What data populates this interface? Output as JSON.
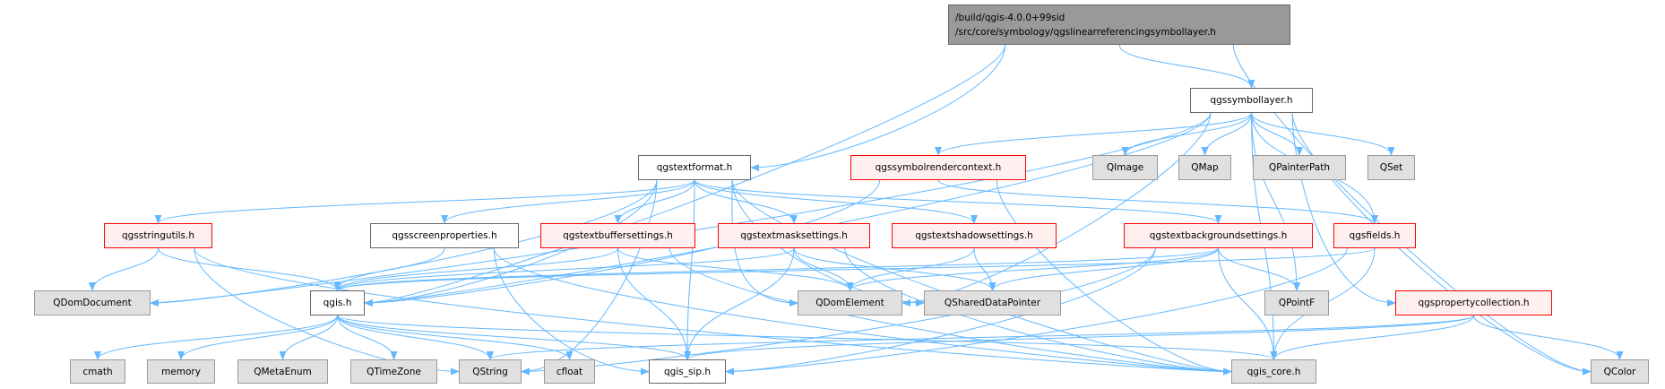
{
  "colors": {
    "edge": "#63b8ff",
    "root_fill": "#999999",
    "gray_fill": "#e0e0e0",
    "red_border": "#ff0000",
    "red_fill": "#fff0f0"
  },
  "root": {
    "line1": "/build/qgis-4.0.0+99sid",
    "line2": "/src/core/symbology/qgslinearreferencingsymbollayer.h"
  },
  "nodes": [
    {
      "id": "symbollayer",
      "label": "qgssymbollayer.h",
      "style": "white"
    },
    {
      "id": "textformat",
      "label": "qgstextformat.h",
      "style": "white"
    },
    {
      "id": "symbolrendercontext",
      "label": "qgssymbolrendercontext.h",
      "style": "red"
    },
    {
      "id": "QImage",
      "label": "QImage",
      "style": "gray"
    },
    {
      "id": "QMap",
      "label": "QMap",
      "style": "gray"
    },
    {
      "id": "QPainterPath",
      "label": "QPainterPath",
      "style": "gray"
    },
    {
      "id": "QSet",
      "label": "QSet",
      "style": "gray"
    },
    {
      "id": "stringutils",
      "label": "qgsstringutils.h",
      "style": "red"
    },
    {
      "id": "screenproperties",
      "label": "qgsscreenproperties.h",
      "style": "white"
    },
    {
      "id": "textbuffer",
      "label": "qgstextbuffersettings.h",
      "style": "red"
    },
    {
      "id": "textmask",
      "label": "qgstextmasksettings.h",
      "style": "red"
    },
    {
      "id": "textshadow",
      "label": "qgstextshadowsettings.h",
      "style": "red"
    },
    {
      "id": "textbackground",
      "label": "qgstextbackgroundsettings.h",
      "style": "red"
    },
    {
      "id": "fields",
      "label": "qgsfields.h",
      "style": "red"
    },
    {
      "id": "QDomDocument",
      "label": "QDomDocument",
      "style": "gray"
    },
    {
      "id": "qgis",
      "label": "qgis.h",
      "style": "white"
    },
    {
      "id": "QDomElement",
      "label": "QDomElement",
      "style": "gray"
    },
    {
      "id": "QSharedDataPointer",
      "label": "QSharedDataPointer",
      "style": "gray"
    },
    {
      "id": "QPointF",
      "label": "QPointF",
      "style": "gray"
    },
    {
      "id": "propertycollection",
      "label": "qgspropertycollection.h",
      "style": "red"
    },
    {
      "id": "cmath",
      "label": "cmath",
      "style": "gray"
    },
    {
      "id": "memory",
      "label": "memory",
      "style": "gray"
    },
    {
      "id": "QMetaEnum",
      "label": "QMetaEnum",
      "style": "gray"
    },
    {
      "id": "QTimeZone",
      "label": "QTimeZone",
      "style": "gray"
    },
    {
      "id": "QString",
      "label": "QString",
      "style": "gray"
    },
    {
      "id": "cfloat",
      "label": "cfloat",
      "style": "gray"
    },
    {
      "id": "qgis_sip",
      "label": "qgis_sip.h",
      "style": "white"
    },
    {
      "id": "qgis_core",
      "label": "qgis_core.h",
      "style": "gray"
    },
    {
      "id": "QColor",
      "label": "QColor",
      "style": "gray"
    }
  ],
  "edges": [
    [
      "root",
      "qgis"
    ],
    [
      "root",
      "textformat"
    ],
    [
      "root",
      "symbollayer"
    ],
    [
      "root",
      "QColor"
    ],
    [
      "symbollayer",
      "QDomDocument"
    ],
    [
      "symbollayer",
      "qgis"
    ],
    [
      "symbollayer",
      "symbolrendercontext"
    ],
    [
      "symbollayer",
      "QImage"
    ],
    [
      "symbollayer",
      "QMap"
    ],
    [
      "symbollayer",
      "QPainterPath"
    ],
    [
      "symbollayer",
      "QSet"
    ],
    [
      "symbollayer",
      "fields"
    ],
    [
      "symbollayer",
      "QDomElement"
    ],
    [
      "symbollayer",
      "QPointF"
    ],
    [
      "symbollayer",
      "propertycollection"
    ],
    [
      "symbollayer",
      "qgis_core"
    ],
    [
      "symbollayer",
      "QColor"
    ],
    [
      "textformat",
      "stringutils"
    ],
    [
      "textformat",
      "screenproperties"
    ],
    [
      "textformat",
      "textbuffer"
    ],
    [
      "textformat",
      "textmask"
    ],
    [
      "textformat",
      "textshadow"
    ],
    [
      "textformat",
      "textbackground"
    ],
    [
      "textformat",
      "qgis"
    ],
    [
      "textformat",
      "QDomDocument"
    ],
    [
      "textformat",
      "QString"
    ],
    [
      "textformat",
      "qgis_sip"
    ],
    [
      "textformat",
      "QDomElement"
    ],
    [
      "textformat",
      "QSharedDataPointer"
    ],
    [
      "textformat",
      "qgis_core"
    ],
    [
      "symbolrendercontext",
      "qgis"
    ],
    [
      "symbolrendercontext",
      "fields"
    ],
    [
      "symbolrendercontext",
      "qgis_core"
    ],
    [
      "stringutils",
      "QDomDocument"
    ],
    [
      "stringutils",
      "qgis"
    ],
    [
      "stringutils",
      "QString"
    ],
    [
      "stringutils",
      "qgis_core"
    ],
    [
      "screenproperties",
      "qgis"
    ],
    [
      "screenproperties",
      "qgis_sip"
    ],
    [
      "screenproperties",
      "qgis_core"
    ],
    [
      "textbuffer",
      "qgis"
    ],
    [
      "textbuffer",
      "qgis_sip"
    ],
    [
      "textbuffer",
      "QDomElement"
    ],
    [
      "textbuffer",
      "qgis_core"
    ],
    [
      "textmask",
      "qgis"
    ],
    [
      "textmask",
      "QDomElement"
    ],
    [
      "textmask",
      "QSharedDataPointer"
    ],
    [
      "textmask",
      "qgis_sip"
    ],
    [
      "textmask",
      "qgis_core"
    ],
    [
      "textshadow",
      "QDomElement"
    ],
    [
      "textshadow",
      "QSharedDataPointer"
    ],
    [
      "textbackground",
      "qgis"
    ],
    [
      "textbackground",
      "QDomElement"
    ],
    [
      "textbackground",
      "QSharedDataPointer"
    ],
    [
      "textbackground",
      "qgis_sip"
    ],
    [
      "textbackground",
      "qgis_core"
    ],
    [
      "textbackground",
      "QPointF"
    ],
    [
      "textbackground",
      "QString"
    ],
    [
      "fields",
      "qgis"
    ],
    [
      "fields",
      "qgis_sip"
    ],
    [
      "fields",
      "qgis_core"
    ],
    [
      "propertycollection",
      "QString"
    ],
    [
      "propertycollection",
      "qgis_sip"
    ],
    [
      "propertycollection",
      "qgis_core"
    ],
    [
      "propertycollection",
      "QColor"
    ],
    [
      "qgis",
      "cmath"
    ],
    [
      "qgis",
      "memory"
    ],
    [
      "qgis",
      "QMetaEnum"
    ],
    [
      "qgis",
      "QTimeZone"
    ],
    [
      "qgis",
      "QString"
    ],
    [
      "qgis",
      "cfloat"
    ],
    [
      "qgis",
      "qgis_sip"
    ],
    [
      "qgis",
      "qgis_core"
    ]
  ]
}
